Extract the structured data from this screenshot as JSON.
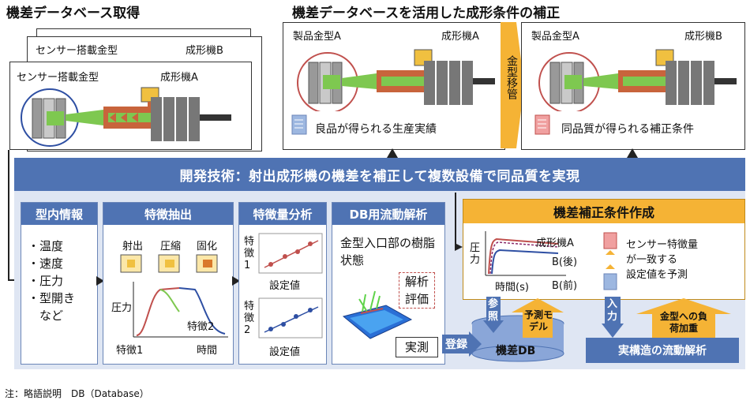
{
  "left_section": {
    "title": "機差データベース取得",
    "card_back": {
      "mold": "センサー搭載金型",
      "machine": "成形機B"
    },
    "card_front": {
      "mold": "センサー搭載金型",
      "machine": "成形機A"
    }
  },
  "right_section": {
    "title": "機差データベースを活用した成形条件の補正",
    "card_left": {
      "mold": "製品金型A",
      "machine": "成形機A",
      "caption": "良品が得られる生産実績"
    },
    "transfer_label": "金型移管",
    "card_right": {
      "mold": "製品金型A",
      "machine": "成形機B",
      "caption": "同品質が得られる補正条件"
    }
  },
  "banner": "開発技術：射出成形機の機差を補正して複数設備で同品質を実現",
  "panels": {
    "mold_info": {
      "title": "型内情報",
      "items": [
        "・温度",
        "・速度",
        "・圧力",
        "・型開き",
        "　など"
      ]
    },
    "feature_extraction": {
      "title": "特徴抽出",
      "stages": [
        "射出",
        "圧縮",
        "固化"
      ],
      "y_axis": "圧力",
      "feature1": "特徴1",
      "feature2": "特徴2",
      "x_axis": "時間"
    },
    "feature_analysis": {
      "title": "特徴量分析",
      "plot1_label": "特徴1",
      "plot2_label": "特徴2",
      "x_label": "設定値"
    },
    "db_flow": {
      "title": "DB用流動解析",
      "description": "金型入口部の樹脂状態",
      "analysis_label": "解析評価",
      "measure_label": "実測"
    },
    "correction": {
      "title": "機差補正条件作成",
      "legend_a": "成形機A",
      "legend_b_after": "B(後)",
      "legend_b_before": "B(前)",
      "y_axis": "圧力",
      "x_axis": "時間(s)",
      "text": [
        "センサー特徴量",
        "が一致する",
        "設定値を予測"
      ]
    }
  },
  "arrows": {
    "refer": "参照",
    "predict_model": "予測モデル",
    "register": "登録",
    "input": "入力",
    "load": "金型への負荷加重"
  },
  "db_label": "機差DB",
  "actual_analysis": "実構造の流動解析",
  "footnote": "注：略語説明　DB（Database）",
  "colors": {
    "blue": "#4f73b3",
    "orange": "#f5b335",
    "light_bg": "#dfe6f3"
  }
}
